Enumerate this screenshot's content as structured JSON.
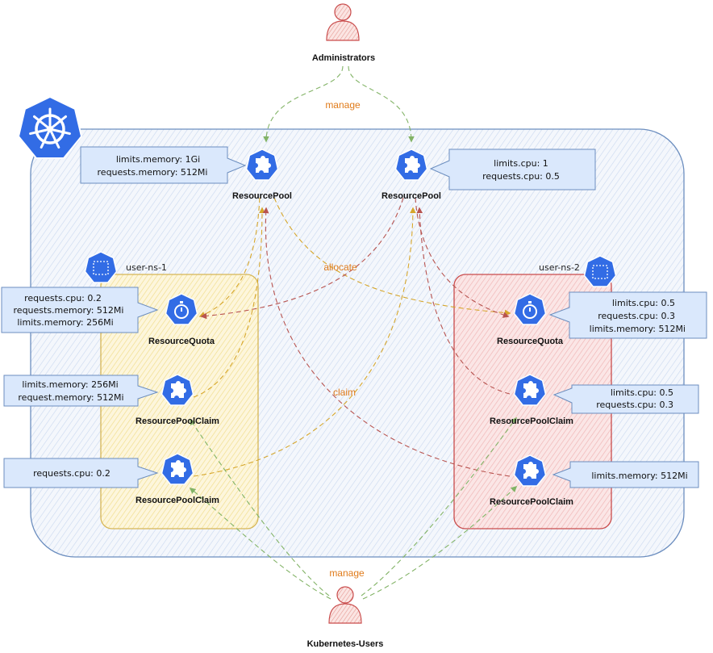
{
  "actors": {
    "admins": "Administrators",
    "users": "Kubernetes-Users"
  },
  "edge_labels": {
    "manage_top": "manage",
    "allocate": "allocate",
    "claim": "claim",
    "manage_bottom": "manage"
  },
  "namespaces": {
    "ns1": "user-ns-1",
    "ns2": "user-ns-2"
  },
  "nodes": {
    "pool1": "ResourcePool",
    "pool2": "ResourcePool",
    "quota1": "ResourceQuota",
    "claim1a": "ResourcePoolClaim",
    "claim1b": "ResourcePoolClaim",
    "quota2": "ResourceQuota",
    "claim2a": "ResourcePoolClaim",
    "claim2b": "ResourcePoolClaim"
  },
  "callouts": {
    "pool1": [
      "limits.memory: 1Gi",
      "requests.memory: 512Mi"
    ],
    "pool2": [
      "limits.cpu: 1",
      "requests.cpu: 0.5"
    ],
    "quota1": [
      "requests.cpu: 0.2",
      "requests.memory: 512Mi",
      "limits.memory: 256Mi"
    ],
    "claim1a": [
      "limits.memory: 256Mi",
      "request.memory: 512Mi"
    ],
    "claim1b": [
      "requests.cpu: 0.2"
    ],
    "quota2": [
      "limits.cpu: 0.5",
      "requests.cpu: 0.3",
      "limits.memory: 512Mi"
    ],
    "claim2a": [
      "limits.cpu: 0.5",
      "requests.cpu: 0.3"
    ],
    "claim2b": [
      "limits.memory: 512Mi"
    ]
  },
  "icons": {
    "k8s": "kubernetes-logo",
    "pool": "puzzle-icon",
    "quota": "stopwatch-icon",
    "ns": "namespace-icon",
    "actor": "user-icon"
  },
  "colors": {
    "k8s_blue": "#326ce5",
    "cluster_stroke": "#6c8ebf",
    "ns1_stroke": "#d6b656",
    "ns2_stroke": "#c94c4c",
    "callout_fill": "#dae8fc",
    "manage_edge": "#82b366",
    "allocate_edge": "#d6b656",
    "claim_edge": "#b85450",
    "label_orange": "#e07b1a"
  }
}
